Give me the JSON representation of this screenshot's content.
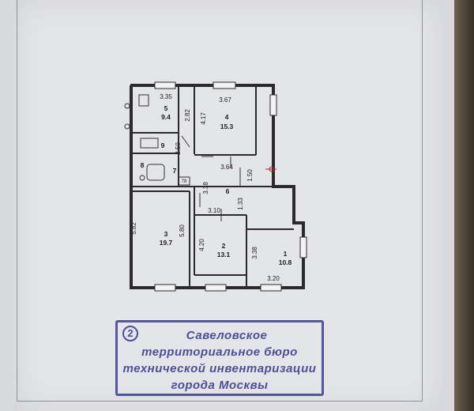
{
  "plan": {
    "rooms": [
      {
        "number": "1",
        "area": "10.8"
      },
      {
        "number": "2",
        "area": "13.1"
      },
      {
        "number": "3",
        "area": "19.7"
      },
      {
        "number": "4",
        "area": "15.3"
      },
      {
        "number": "5",
        "area": "9.4"
      },
      {
        "number": "6",
        "area": ""
      },
      {
        "number": "7",
        "area": ""
      },
      {
        "number": "8",
        "area": ""
      },
      {
        "number": "9",
        "area": ""
      }
    ],
    "dimensions": {
      "d335": "3.35",
      "d367": "3.67",
      "d417": "4.17",
      "d282": "2.82",
      "d250": "2.50",
      "d364": "3.64",
      "d150": "1.50",
      "d338a": "3.38",
      "d310": "3.10",
      "d133": "1.33",
      "d582": "5.82",
      "d580": "5.80",
      "d420": "4.20",
      "d338b": "3.38",
      "d320": "3.20",
      "d78": "78"
    }
  },
  "stamp": {
    "number": "2",
    "lines": [
      "Савеловское",
      "территориальное бюро",
      "технической инвентаризации",
      "города Москвы"
    ],
    "color": "#4c4f98"
  }
}
